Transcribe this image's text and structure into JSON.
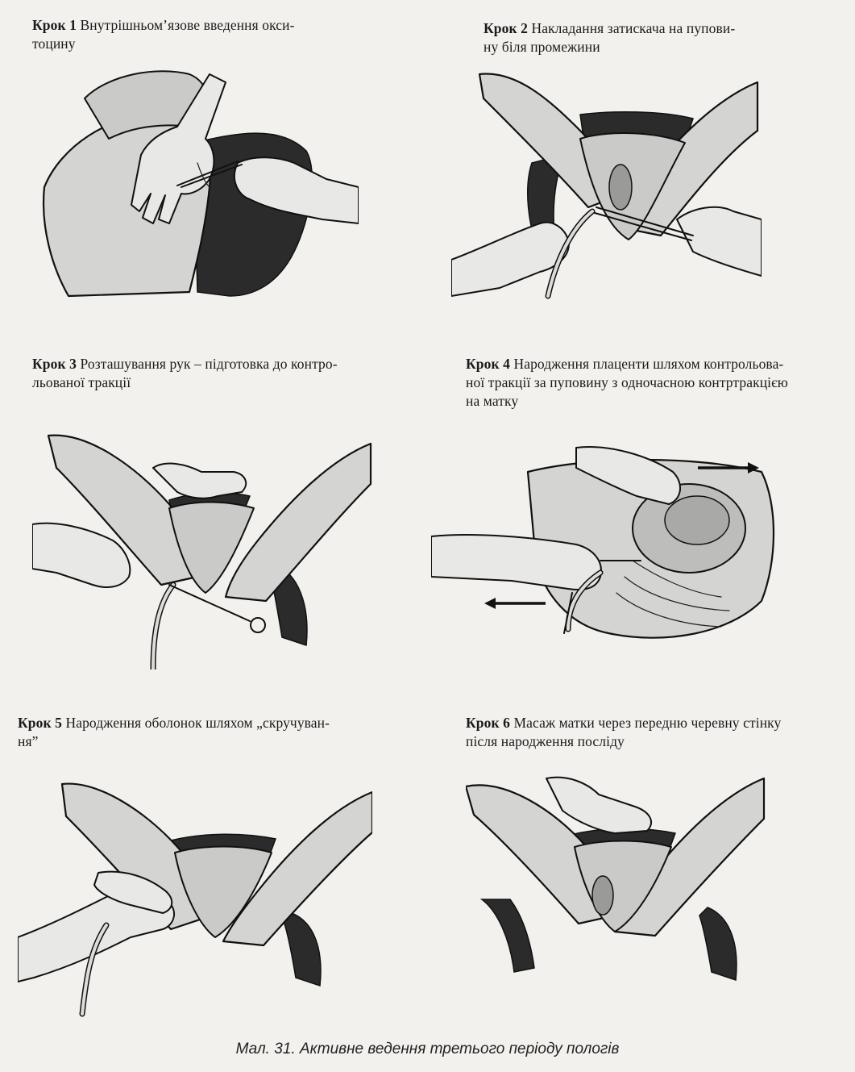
{
  "steps": [
    {
      "label": "Крок 1",
      "text_line1": "Внутрішньом’язове введення окси-",
      "text_line2": "тоцину",
      "text_line3": ""
    },
    {
      "label": "Крок 2",
      "text_line1": "Накладання затискача на пупови-",
      "text_line2": "ну біля промежини",
      "text_line3": ""
    },
    {
      "label": "Крок 3",
      "text_line1": "Розташування рук – підготовка до контро-",
      "text_line2": "льованої тракції",
      "text_line3": ""
    },
    {
      "label": "Крок 4",
      "text_line1": "Народження плаценти шляхом контрольова-",
      "text_line2": "ної тракції за пуповину з одночасною контртракцією",
      "text_line3": "на матку"
    },
    {
      "label": "Крок 5",
      "text_line1": "Народження оболонок шляхом „скручуван-",
      "text_line2": "ня”",
      "text_line3": ""
    },
    {
      "label": "Крок 6",
      "text_line1": "Масаж матки через передню черевну стінку",
      "text_line2": "після народження посліду",
      "text_line3": ""
    }
  ],
  "figure_caption": "Мал. 31. Активне ведення третього періоду пологів"
}
